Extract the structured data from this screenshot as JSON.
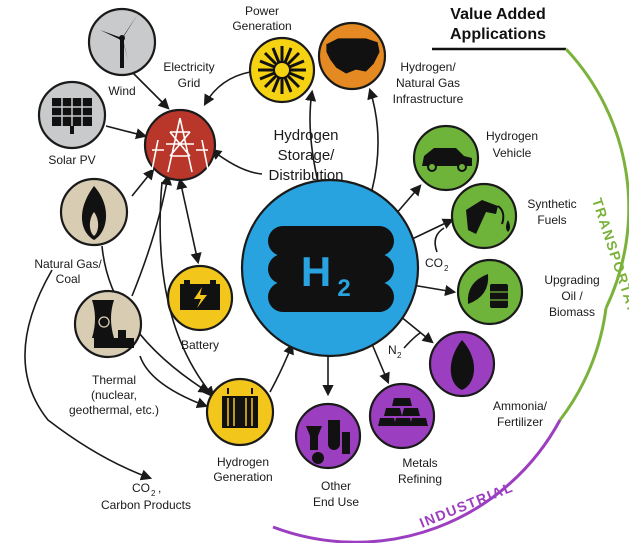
{
  "header": {
    "title_line1": "Value Added",
    "title_line2": "Applications"
  },
  "center": {
    "title_lines": [
      "Hydrogen",
      "Storage/",
      "Distribution"
    ],
    "symbol_main": "H",
    "symbol_sub": "2"
  },
  "arcs": {
    "transportation": "TRANSPORTATION",
    "industrial": "INDUSTRIAL"
  },
  "chem": {
    "co2_near_fuels": "CO",
    "co2_near_fuels_sub": "2",
    "n2_near_ammonia": "N",
    "n2_near_ammonia_sub": "2"
  },
  "nodes": {
    "wind": {
      "label": [
        "Wind"
      ],
      "icon": "wind-turbine-icon",
      "color": "#c8cacc"
    },
    "solar": {
      "label": [
        "Solar PV"
      ],
      "icon": "solar-panel-icon",
      "color": "#c8cacc"
    },
    "natgas": {
      "label": [
        "Natural Gas/",
        "Coal"
      ],
      "icon": "flame-icon",
      "color": "#d8cdb3"
    },
    "thermal": {
      "label": [
        "Thermal",
        "(nuclear,",
        "geothermal, etc.)"
      ],
      "icon": "power-plant-icon",
      "color": "#d8cdb3"
    },
    "grid": {
      "label": [
        "Electricity",
        "Grid"
      ],
      "icon": "power-tower-icon",
      "color": "#b9372a"
    },
    "power": {
      "label": [
        "Power",
        "Generation"
      ],
      "icon": "turbine-icon",
      "color": "#f6d312"
    },
    "battery": {
      "label": [
        "Battery"
      ],
      "icon": "battery-icon",
      "color": "#f2c61b"
    },
    "h2gen": {
      "label": [
        "Hydrogen",
        "Generation"
      ],
      "icon": "electrolyzer-icon",
      "color": "#f2c61b"
    },
    "infra": {
      "label": [
        "Hydrogen/",
        "Natural Gas",
        "Infrastructure"
      ],
      "icon": "usa-map-icon",
      "color": "#e58a22"
    },
    "vehicle": {
      "label": [
        "Hydrogen",
        "Vehicle"
      ],
      "icon": "car-icon",
      "color": "#6fb43a"
    },
    "fuels": {
      "label": [
        "Synthetic",
        "Fuels"
      ],
      "icon": "fuel-pump-icon",
      "color": "#6fb43a"
    },
    "oil": {
      "label": [
        "Upgrading",
        "Oil /",
        "Biomass"
      ],
      "icon": "leaf-barrel-icon",
      "color": "#6fb43a"
    },
    "ammonia": {
      "label": [
        "Ammonia/",
        "Fertilizer"
      ],
      "icon": "flame-icon",
      "color": "#9b3fc0"
    },
    "metals": {
      "label": [
        "Metals",
        "Refining"
      ],
      "icon": "metal-bars-icon",
      "color": "#9b3fc0"
    },
    "enduse": {
      "label": [
        "Other",
        "End Use"
      ],
      "icon": "lab-flask-icon",
      "color": "#9b3fc0"
    },
    "co2products": {
      "label": [
        "CO",
        "Carbon Products"
      ],
      "label_sub": "2",
      "icon": "none"
    }
  },
  "colors": {
    "center": "#29a3df",
    "transportation": "#7bb23b",
    "industrial": "#9b3fc0"
  }
}
